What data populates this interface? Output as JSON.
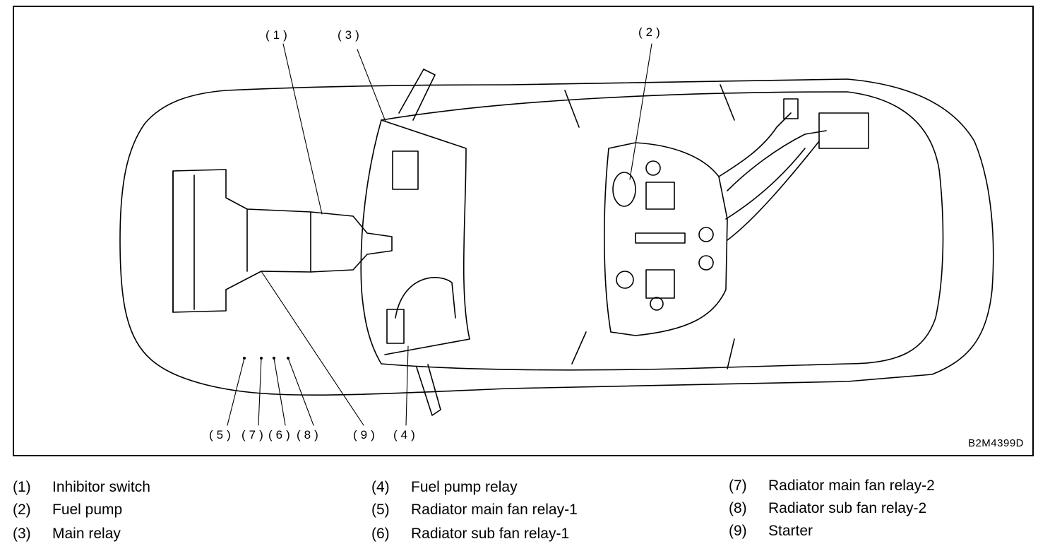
{
  "figure_code": "B2M4399D",
  "callouts": {
    "c1": "(1)",
    "c2": "(2)",
    "c3": "(3)",
    "c4": "(4)",
    "c5": "(5)",
    "c6": "(6)",
    "c7": "(7)",
    "c8": "(8)",
    "c9": "(9)"
  },
  "legend": [
    {
      "num": "(1)",
      "label": "Inhibitor switch"
    },
    {
      "num": "(2)",
      "label": "Fuel pump"
    },
    {
      "num": "(3)",
      "label": "Main relay"
    },
    {
      "num": "(4)",
      "label": "Fuel pump relay"
    },
    {
      "num": "(5)",
      "label": "Radiator main fan relay-1"
    },
    {
      "num": "(6)",
      "label": "Radiator sub fan relay-1"
    },
    {
      "num": "(7)",
      "label": "Radiator main fan relay-2"
    },
    {
      "num": "(8)",
      "label": "Radiator sub fan relay-2"
    },
    {
      "num": "(9)",
      "label": "Starter"
    }
  ]
}
